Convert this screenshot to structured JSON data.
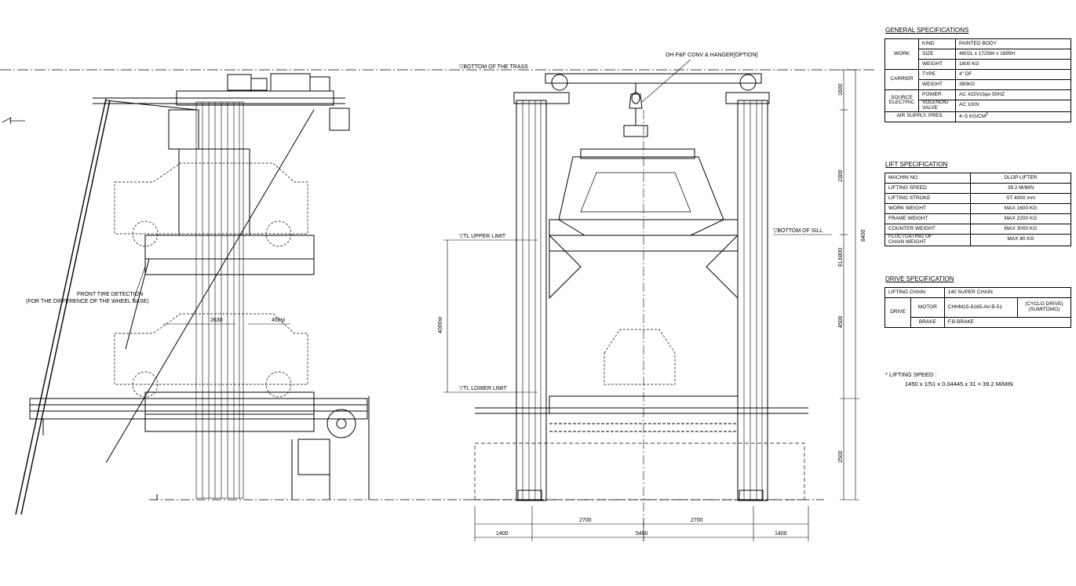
{
  "drawing": {
    "labels": {
      "bottom_of_trass": "▽BOTTOM OF THE TRASS",
      "oh_conv": "OH P&F CONV & HANGER[OPTION]",
      "tl_upper_limit": "▽TL UPPER LIMIT",
      "tl_lower_limit": "▽TL LOWER LIMIT",
      "bottom_of_sill": "▽BOTTOM OF SILL",
      "front_tire_detection": "FRONT TIRE DETECTION",
      "wheel_base_note": "(FOR THE DIFFERENCE OF THE WHEEL BASE)",
      "dim_2630": "2630",
      "dim_450st": "450st",
      "dim_4000st": "4000st",
      "dim_1600": "1600",
      "dim_2300": "2300",
      "dim_4500": "4500",
      "dim_2500": "2500",
      "dim_8400": "8400",
      "dim_el6800": "EL6800",
      "dim_2700_left": "2700",
      "dim_2700_right": "2700",
      "dim_1400_left": "1400",
      "dim_5400": "5400",
      "dim_1400_right": "1400"
    }
  },
  "general_spec": {
    "title": "GENERAL SPECIFICATIONS",
    "work": "WORK",
    "kind": "KIND",
    "kind_val": "PAINTED BODY",
    "size": "SIZE",
    "size_val": "4602L x 1725W x 1695H",
    "weight": "WEIGHT",
    "work_weight_val": "1600 KG",
    "carrier": "CARRIER",
    "type": "TYPE",
    "type_val": "4\" DF",
    "carrier_weight_val": "380KG",
    "source": "SOURCE",
    "electric": "ELECTRIC",
    "power": "POWER",
    "power_val": "AC 415Vx3φx 50HZ",
    "solenoid": "SOLENOID",
    "valve": "VALVE",
    "solenoid_val": "AC 100V",
    "air_supply": "AIR SUPPLY. PRES.",
    "air_supply_val": "4~5 KG/CM",
    "air_supply_sup": "2"
  },
  "lift_spec": {
    "title": "LIFT SPECIFICATION",
    "rows": [
      {
        "k": "MACHIN NO.",
        "v": "DLOP LIFTER"
      },
      {
        "k": "LIFTING SPEED",
        "v": "39.2 M/MIN"
      },
      {
        "k": "LIFTING STROKE",
        "v": "ST 4000 mm"
      },
      {
        "k": "WORK WEIGHT",
        "v": "MAX 1600 KG"
      },
      {
        "k": "FRAME WEIGHT",
        "v": "MAX 2200 KG"
      },
      {
        "k": "COUNTER WEIGHT",
        "v": "MAX 3000 KG"
      }
    ],
    "fluct_k1": "FLUCTUATING OF",
    "fluct_k2": "CHAIN WEIGHT",
    "fluct_v": "MAX 80 KG"
  },
  "drive_spec": {
    "title": "DRIVE SPECIFICATION",
    "lifting_chain": "LIFTING CHAIN",
    "lifting_chain_val": "140 SUPER CHAIN",
    "drive": "DRIVE",
    "motor": "MOTOR",
    "motor_val": "CHHM15-6185-AV-B-51",
    "motor_note1": "(CYCLO DRIVE)",
    "motor_note2": "(SUMITOMO)",
    "brake": "BRAKE",
    "brake_val": "F.B BRAKE"
  },
  "speed_note": {
    "line1": "* LIFTING SPEED :",
    "line2": "1450 x 1/51 x 0.04445 x 31 = 39.2 M/MIN"
  }
}
